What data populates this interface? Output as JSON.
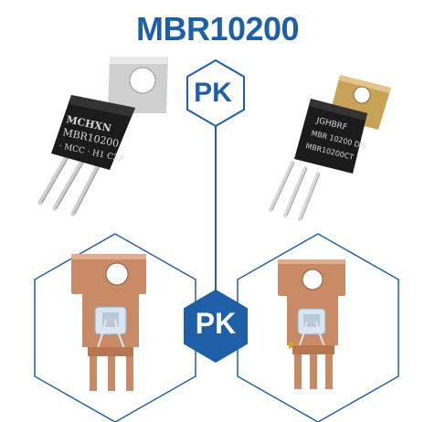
{
  "title": "MBR10200",
  "badge_top": "PK",
  "badge_center": "PK",
  "colors": {
    "brand_blue": "#1f5fa8",
    "copper": "#c98b66",
    "package_black": "#1b1b1b",
    "tab_silver": "#c9c9c9",
    "lead_silver": "#cfcfcf",
    "gold": "#c9a25a"
  },
  "products": {
    "left_package": {
      "line1": "MCHXN",
      "line2": "MBR10200",
      "line3": "· MCC ·  H1 C2P"
    },
    "right_package": {
      "line1": "JGHBRF",
      "line2": "MBR  10200  DIS",
      "line3": "MBR10200CT"
    }
  }
}
